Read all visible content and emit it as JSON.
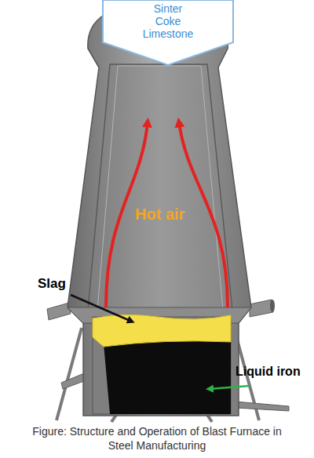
{
  "diagram": {
    "caption": "Figure: Structure and Operation of Blast Furnace in Steel Manufacturing",
    "nodes": [
      {
        "text": [
          "Sinter",
          "Coke",
          "Limestone"
        ]
      }
    ],
    "labels": [
      "Slag",
      "Hot air",
      "Liquid iron"
    ]
  }
}
